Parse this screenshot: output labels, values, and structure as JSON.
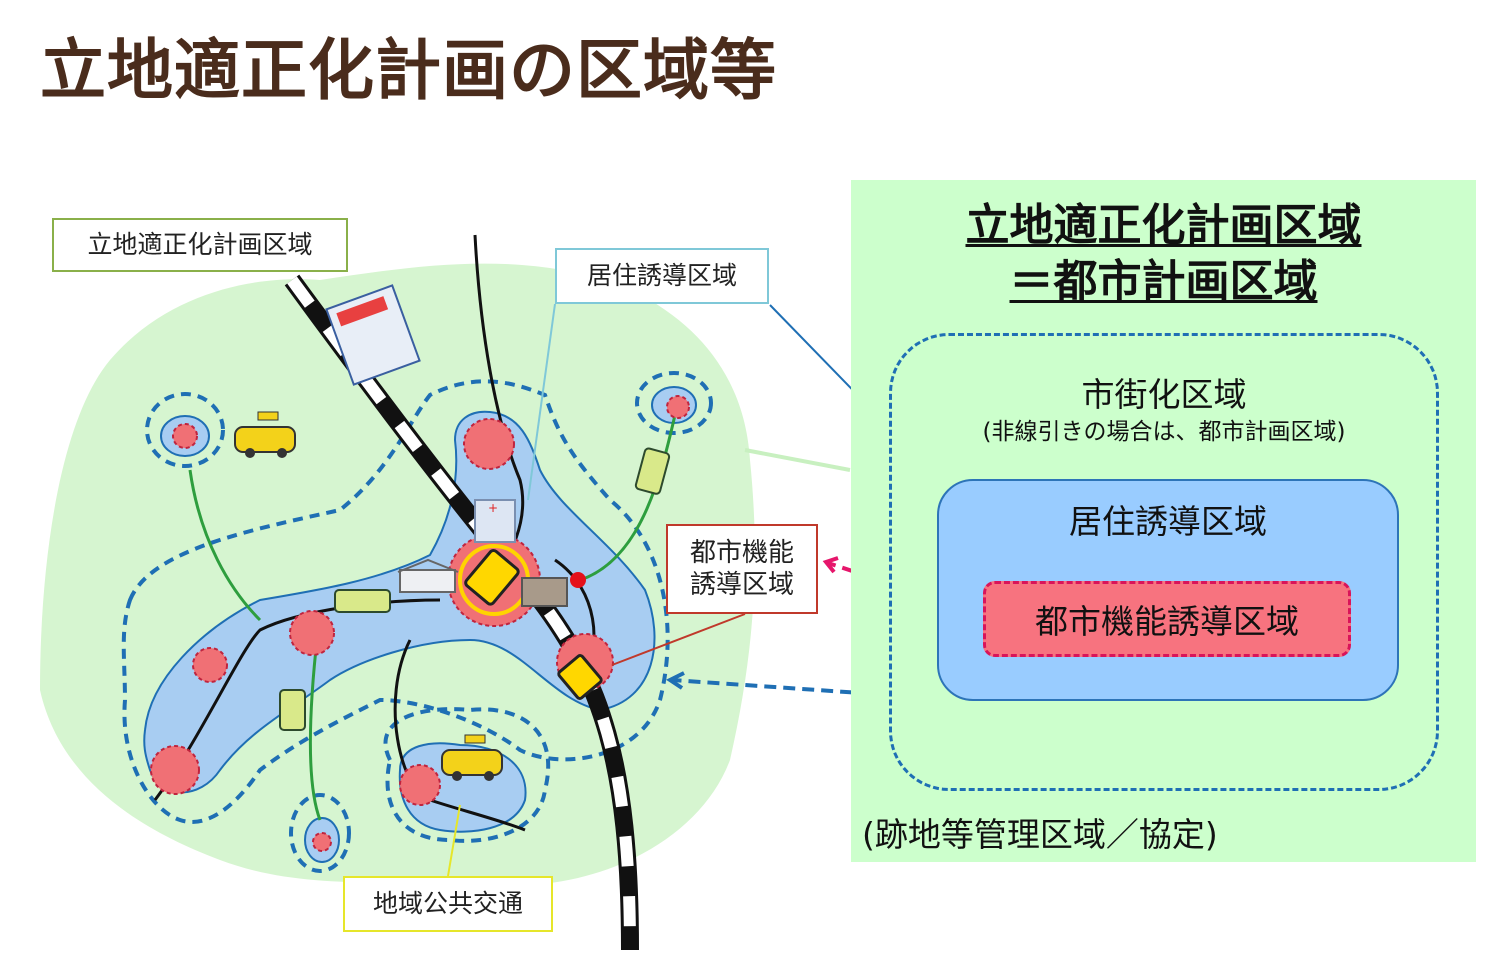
{
  "title": "立地適正化計画の区域等",
  "map_labels": {
    "plan_area": "立地適正化計画区域",
    "residential_area": "居住誘導区域",
    "city_function_line1": "都市機能",
    "city_function_line2": "誘導区域",
    "public_transport": "地域公共交通"
  },
  "panel": {
    "title_line1": "立地適正化計画区域",
    "title_line2": "＝都市計画区域",
    "urban_area": "市街化区域",
    "urban_note": "(非線引きの場合は、都市計画区域)",
    "residential_area": "居住誘導区域",
    "city_function_area": "都市機能誘導区域",
    "ato_label": "(跡地等管理区域／協定)"
  },
  "colors": {
    "title": "#4a2c1c",
    "panel_bg": "#ccffcc",
    "plan_area_bg": "#d6f5d0",
    "residential_fill": "#a8cdf2",
    "dashed_border": "#1f6fb4",
    "city_fill": "#f7737f",
    "city_border": "#d9145a"
  },
  "icons": [
    "taxi-icon",
    "bus-icon",
    "train-icon",
    "hospital-icon",
    "truck-icon",
    "station-icon",
    "shop-icon"
  ]
}
